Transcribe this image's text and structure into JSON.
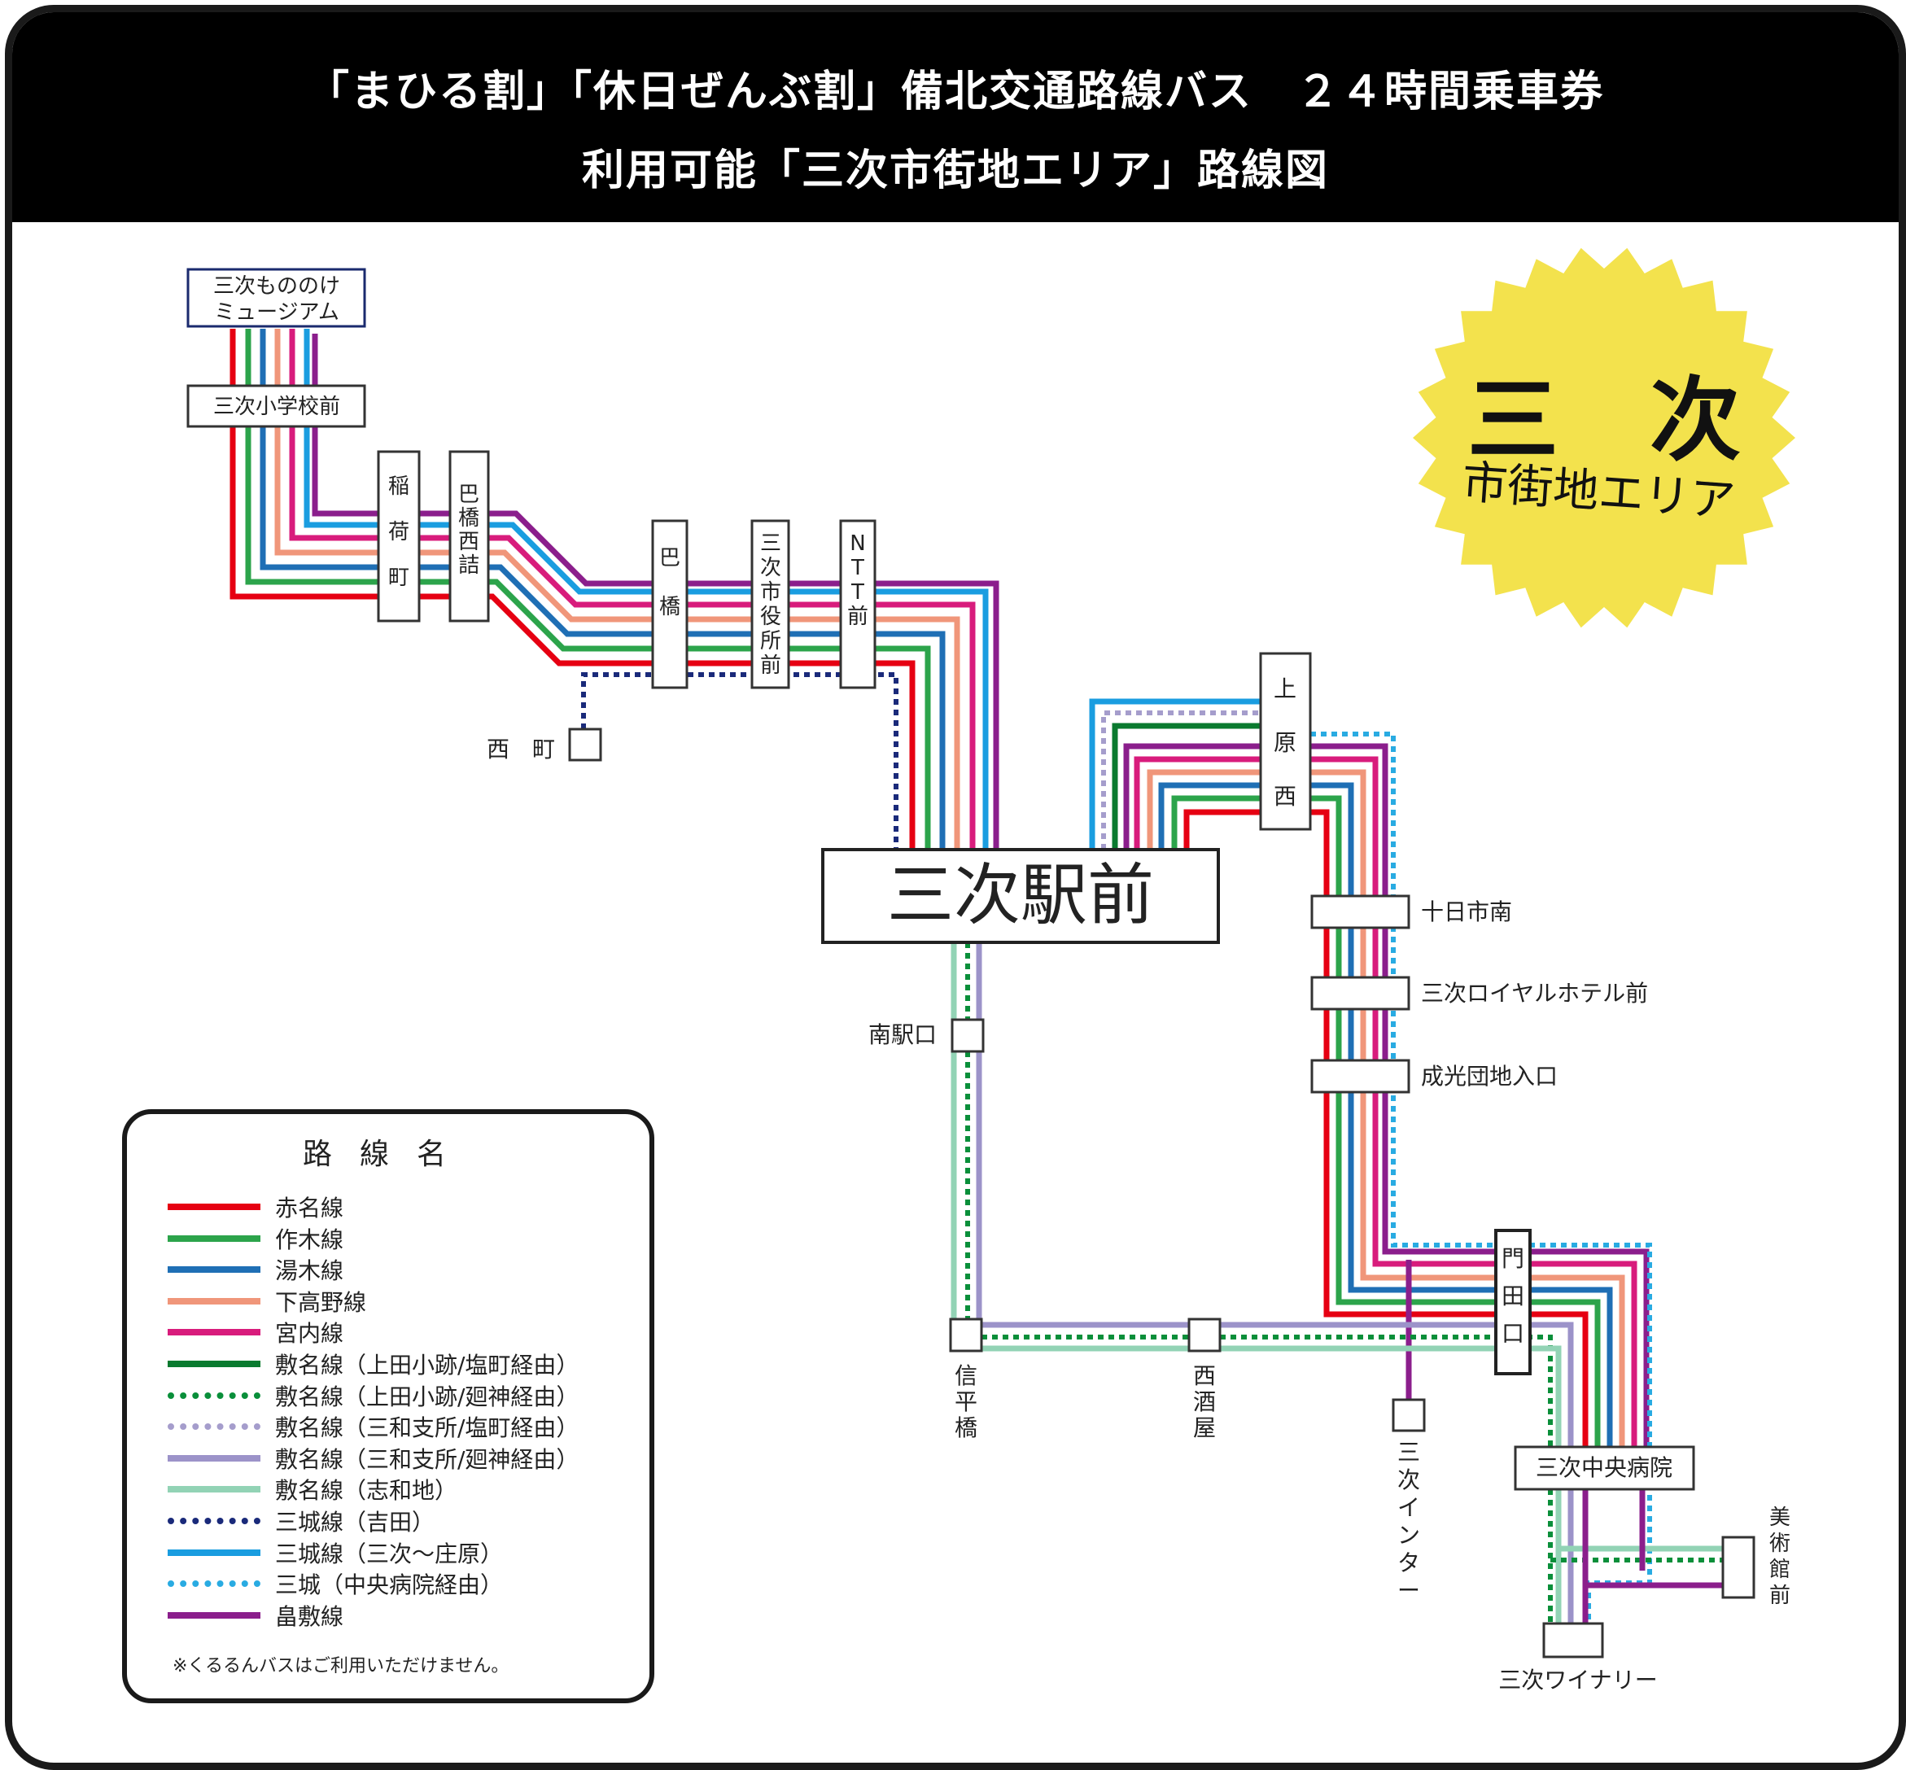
{
  "title": {
    "line1": "「まひる割」「休日ぜんぶ割」備北交通路線バス　２４時間乗車券",
    "line2": "利用可能「三次市街地エリア」路線図"
  },
  "badge": {
    "main": "三　次",
    "sub": "市街地エリア",
    "color": "#f3e24d"
  },
  "stops": {
    "mononoke": [
      "三次もののけ",
      "ミュージアム"
    ],
    "shogakko": "三次小学校前",
    "inari": [
      "稲",
      "荷",
      "町"
    ],
    "tomoe_nishi": [
      "巴",
      "橋",
      "西",
      "詰"
    ],
    "nishimachi": "西　町",
    "tomoe": [
      "巴",
      "橋"
    ],
    "shiyakusho": [
      "三",
      "次",
      "市",
      "役",
      "所",
      "前"
    ],
    "ntt": [
      "N",
      "T",
      "T",
      "前"
    ],
    "station": "三次駅前",
    "kamihara": [
      "上",
      "原",
      "西"
    ],
    "tokaichi": "十日市南",
    "royal": "三次ロイヤルホテル前",
    "seiko": "成光団地入口",
    "minami": "南駅口",
    "shindaira": [
      "信",
      "平",
      "橋"
    ],
    "nishisakaya": [
      "西",
      "酒",
      "屋"
    ],
    "inter": [
      "三",
      "次",
      "イ",
      "ン",
      "タ",
      "ー"
    ],
    "montaguchi": [
      "門",
      "田",
      "口"
    ],
    "hospital": "三次中央病院",
    "museum": [
      "美",
      "術",
      "館",
      "前"
    ],
    "winery": "三次ワイナリー"
  },
  "legend": {
    "title": "路線名",
    "note": "※くるるんバスはご利用いただけません。",
    "routes": [
      {
        "name": "赤名線",
        "color": "#e60012",
        "style": "solid"
      },
      {
        "name": "作木線",
        "color": "#2ca44b",
        "style": "solid"
      },
      {
        "name": "湯木線",
        "color": "#1f6fb5",
        "style": "solid"
      },
      {
        "name": "下高野線",
        "color": "#f0967a",
        "style": "solid"
      },
      {
        "name": "宮内線",
        "color": "#d81c7c",
        "style": "solid"
      },
      {
        "name": "敷名線（上田小跡/塩町経由）",
        "color": "#0a7a2f",
        "style": "solid"
      },
      {
        "name": "敷名線（上田小跡/廻神経由）",
        "color": "#0a8f3a",
        "style": "dotted"
      },
      {
        "name": "敷名線（三和支所/塩町経由）",
        "color": "#a59dcc",
        "style": "dotted"
      },
      {
        "name": "敷名線（三和支所/廻神経由）",
        "color": "#9c93c9",
        "style": "solid"
      },
      {
        "name": "敷名線（志和地）",
        "color": "#92d3b5",
        "style": "solid"
      },
      {
        "name": "三城線（吉田）",
        "color": "#1a2a7a",
        "style": "dotted"
      },
      {
        "name": "三城線（三次～庄原）",
        "color": "#1a9de0",
        "style": "solid"
      },
      {
        "name": "三城（中央病院経由）",
        "color": "#29abe2",
        "style": "dotted"
      },
      {
        "name": "畠敷線",
        "color": "#8b1e8c",
        "style": "solid"
      }
    ]
  }
}
